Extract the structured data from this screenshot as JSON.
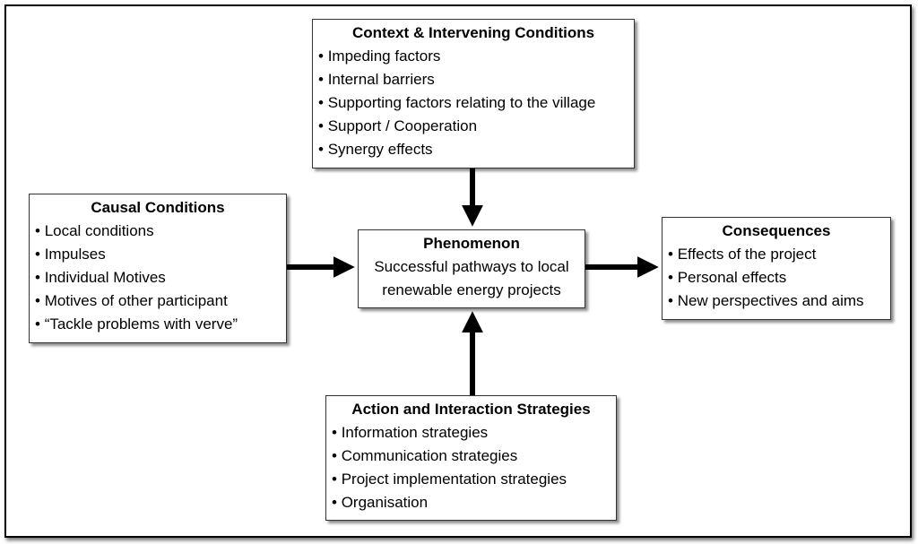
{
  "context": {
    "title": "Context & Intervening Conditions",
    "items": [
      "Impeding factors",
      "Internal barriers",
      "Supporting factors relating to the village",
      "Support / Cooperation",
      "Synergy effects"
    ]
  },
  "causal": {
    "title": "Causal Conditions",
    "items": [
      "Local conditions",
      "Impulses",
      "Individual Motives",
      "Motives of other participant",
      "“Tackle problems with verve”"
    ]
  },
  "phenomenon": {
    "title": "Phenomenon",
    "line1": "Successful pathways to local",
    "line2": "renewable energy projects"
  },
  "consequences": {
    "title": "Consequences",
    "items": [
      "Effects of the project",
      "Personal effects",
      "New perspectives and aims"
    ]
  },
  "action": {
    "title": "Action and Interaction Strategies",
    "items": [
      "Information strategies",
      "Communication strategies",
      "Project implementation strategies",
      "Organisation"
    ]
  }
}
